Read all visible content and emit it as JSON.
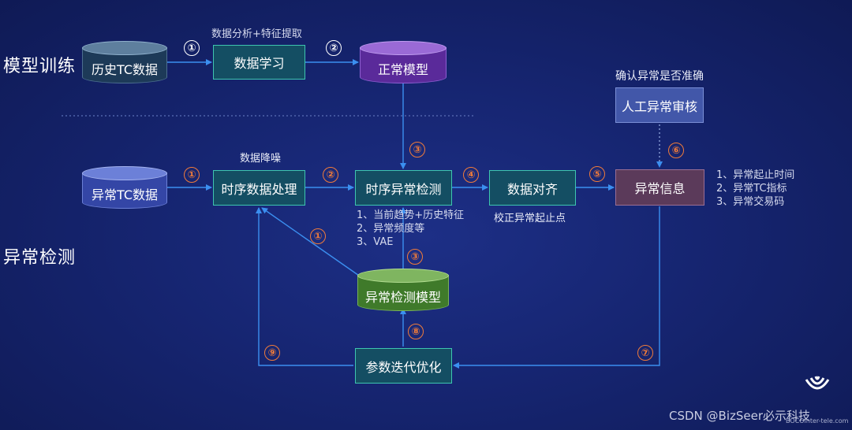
{
  "sections": {
    "training": "模型训练",
    "detection": "异常检测"
  },
  "nodes": {
    "hist_tc": "历史TC数据",
    "data_learn": "数据学习",
    "normal_model": "正常模型",
    "anomaly_tc": "异常TC数据",
    "ts_process": "时序数据处理",
    "ts_detect": "时序异常检测",
    "data_align": "数据对齐",
    "anomaly_info": "异常信息",
    "manual_review": "人工异常审核",
    "detect_model": "异常检测模型",
    "param_opt": "参数迭代优化"
  },
  "labels": {
    "analysis": "数据分析+特征提取",
    "denoise": "数据降噪",
    "confirm": "确认异常是否准确",
    "calib": "校正异常起止点"
  },
  "detect_features": [
    "1、当前趋势+历史特征",
    "2、异常频度等",
    "3、VAE"
  ],
  "info_items": [
    "1、异常起止时间",
    "2、异常TC指标",
    "3、异常交易码"
  ],
  "steps": {
    "t1": "①",
    "t2": "②",
    "d1": "①",
    "d2": "②",
    "d3": "③",
    "d4": "④",
    "d5": "⑤",
    "d6": "⑥",
    "d7": "⑦",
    "d8": "⑧",
    "d9": "⑨",
    "m1": "①",
    "m3": "③"
  },
  "watermark": {
    "csdn": "CSDN @BizSeer必示科技",
    "logo_sub": "BOCOinter-tele.com"
  },
  "colors": {
    "arrow": "#3b8ff0",
    "step_orange": "#f07b3a",
    "teal_border": "#3ec5b0"
  }
}
